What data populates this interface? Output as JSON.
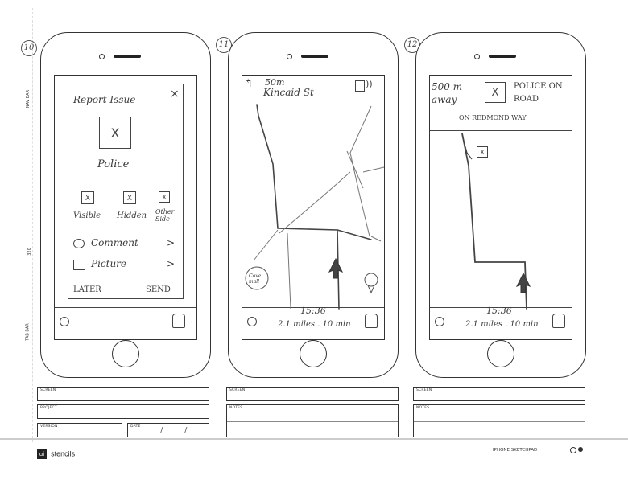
{
  "frames": [
    {
      "number": "10",
      "header": {
        "title": "Report Issue",
        "close_glyph": "×"
      },
      "issue_type": {
        "glyph": "X",
        "label": "Police"
      },
      "options": [
        {
          "glyph": "X",
          "label": "Visible"
        },
        {
          "glyph": "X",
          "label": "Hidden"
        },
        {
          "glyph": "X",
          "label": "Other Side"
        }
      ],
      "rows": [
        {
          "label": "Comment",
          "chevron": ">"
        },
        {
          "label": "Picture",
          "chevron": ">"
        }
      ],
      "actions": {
        "later": "LATER",
        "send": "SEND"
      }
    },
    {
      "number": "11",
      "nav": {
        "distance": "50m",
        "street": "Kincaid St",
        "sound_glyph": "))"
      },
      "map_marker": "Cove mall",
      "eta": {
        "time": "15:36",
        "summary": "2.1 miles . 10 min"
      }
    },
    {
      "number": "12",
      "alert": {
        "distance": "500 m away",
        "glyph": "X",
        "title": "POLICE ON ROAD",
        "location": "ON REDMOND WAY"
      },
      "marker_glyph": "X",
      "eta": {
        "time": "15:36",
        "summary": "2.1 miles . 10 min"
      }
    }
  ],
  "side_labels": {
    "nav_bar": "NAV BAR",
    "tab_bar": "TAB BAR",
    "mid": "320"
  },
  "form": {
    "screen_label": "SCREEN",
    "project_label": "PROJECT",
    "version_label": "VERSION",
    "date_label": "DATE",
    "notes_label": "NOTES"
  },
  "footer": {
    "brand_icon": "ui",
    "brand": "stencils",
    "product": "IPHONE SKETCHPAD"
  }
}
